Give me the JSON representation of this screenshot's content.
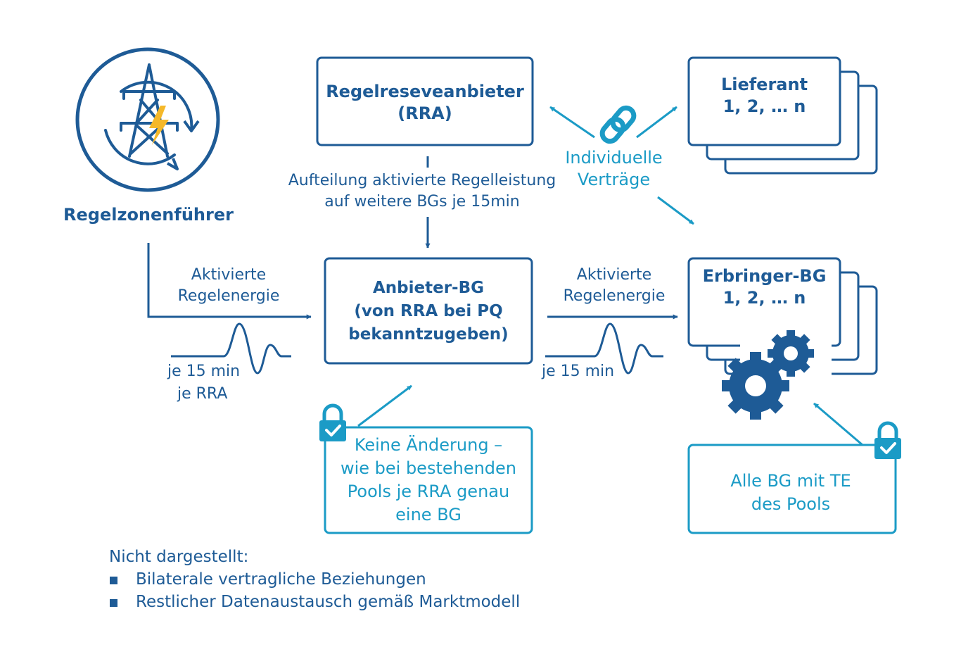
{
  "operator": {
    "label": "Regelzonenführer"
  },
  "rra": {
    "line1": "Regelreseveanbieter",
    "line2": "(RRA)"
  },
  "supplier": {
    "line1": "Lieferant",
    "line2": "1, 2, … n"
  },
  "contracts": {
    "line1": "Individuelle",
    "line2": "Verträge"
  },
  "split": {
    "line1": "Aufteilung aktivierte Regelleistung",
    "line2": "auf weitere BGs je 15min"
  },
  "activated_left": {
    "line1": "Aktivierte",
    "line2": "Regelenergie",
    "period1": "je 15 min",
    "period2": "je RRA"
  },
  "provider_bg": {
    "line1": "Anbieter-BG",
    "line2": "(von RRA bei PQ",
    "line3": "bekanntzugeben)"
  },
  "activated_right": {
    "line1": "Aktivierte",
    "line2": "Regelenergie",
    "period": "je 15 min"
  },
  "performer_bg": {
    "line1": "Erbringer-BG",
    "line2": "1, 2, … n"
  },
  "no_change": {
    "line1": "Keine Änderung –",
    "line2": "wie bei bestehenden",
    "line3": "Pools je RRA genau",
    "line4": "eine BG"
  },
  "all_bg": {
    "line1": "Alle BG mit TE",
    "line2": "des Pools"
  },
  "note": {
    "title": "Nicht dargestellt:",
    "items": [
      "Bilaterale vertragliche Beziehungen",
      "Restlicher Datenaustausch gemäß Marktmodell"
    ]
  },
  "colors": {
    "dark_blue": "#1e5b96",
    "light_blue": "#1b9bc6",
    "lightning": "#f5b829"
  },
  "icons": [
    "power-tower-icon",
    "lightning-icon",
    "chain-link-icon",
    "lock-check-icon",
    "gears-icon",
    "wave-icon"
  ]
}
